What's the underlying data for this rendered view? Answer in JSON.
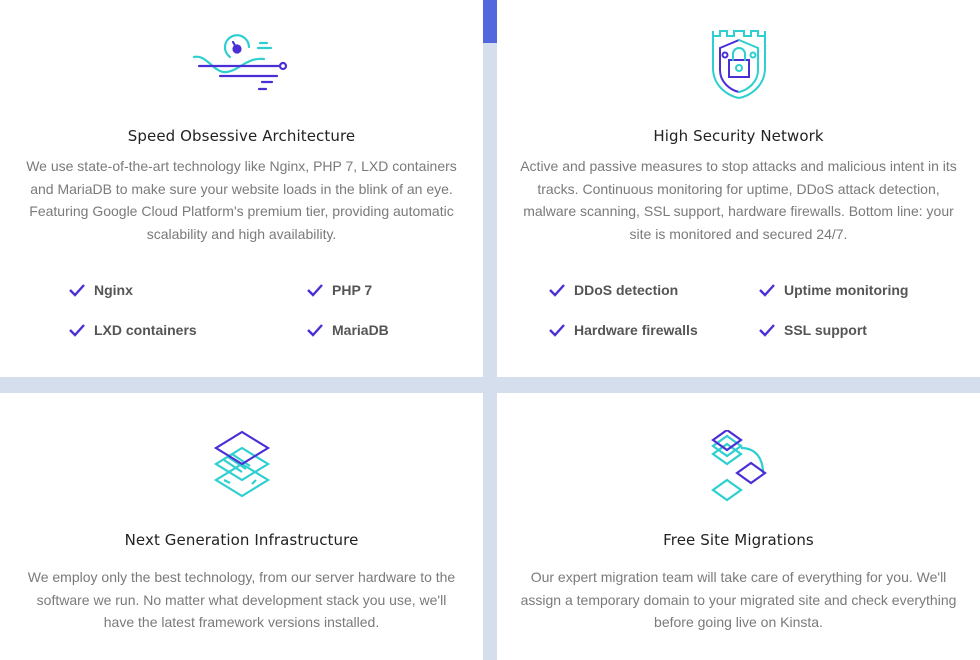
{
  "cards": [
    {
      "title": "Speed Obsessive Architecture",
      "description": "We use state-of-the-art technology like Nginx, PHP 7, LXD containers and MariaDB to make sure your website loads in the blink of an eye. Featuring Google Cloud Platform's premium tier, providing automatic scalability and high availability.",
      "icon": "speedometer-icon",
      "features": [
        "Nginx",
        "PHP 7",
        "LXD containers",
        "MariaDB"
      ]
    },
    {
      "title": "High Security Network",
      "description": "Active and passive measures to stop attacks and malicious intent in its tracks. Continuous monitoring for uptime, DDoS attack detection, malware scanning, SSL support, hardware firewalls. Bottom line: your site is monitored and secured 24/7.",
      "icon": "shield-lock-icon",
      "features": [
        "DDoS detection",
        "Uptime monitoring",
        "Hardware firewalls",
        "SSL support"
      ]
    },
    {
      "title": "Next Generation Infrastructure",
      "description": "We employ only the best technology, from our server hardware to the software we run. No matter what development stack you use, we'll have the latest framework versions installed.",
      "icon": "layers-icon"
    },
    {
      "title": "Free Site Migrations",
      "description": "Our expert migration team will take care of everything for you. We'll assign a temporary domain to your migrated site and check everything before going live on Kinsta.",
      "icon": "migration-icon"
    }
  ],
  "colors": {
    "accent": "#4b2fd6",
    "teal": "#2ecfd0",
    "gutter": "#d5deed",
    "scroll": "#5067dd"
  }
}
